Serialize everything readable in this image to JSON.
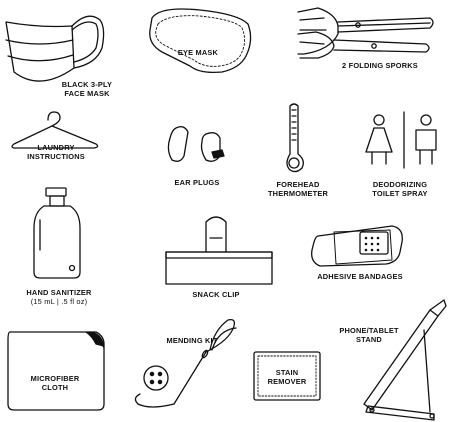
{
  "items": {
    "face_mask": {
      "line1": "BLACK 3-PLY",
      "line2": "FACE MASK",
      "icon": "face-mask-icon"
    },
    "eye_mask": {
      "line1": "EYE MASK",
      "icon": "eye-mask-icon"
    },
    "sporks": {
      "line1": "2 FOLDING SPORKS",
      "icon": "folding-spork-icon"
    },
    "laundry": {
      "line1": "LAUNDRY",
      "line2": "INSTRUCTIONS",
      "icon": "hanger-icon"
    },
    "ear_plugs": {
      "line1": "EAR PLUGS",
      "icon": "ear-plugs-icon"
    },
    "thermometer": {
      "line1": "FOREHEAD",
      "line2": "THERMOMETER",
      "icon": "thermometer-icon"
    },
    "toilet_spray": {
      "line1": "DEODORIZING",
      "line2": "TOILET SPRAY",
      "icon": "restroom-icon"
    },
    "sanitizer": {
      "line1": "HAND SANITIZER",
      "line2": "(15 mL | .5 fl oz)",
      "icon": "sanitizer-bottle-icon"
    },
    "snack_clip": {
      "line1": "SNACK CLIP",
      "icon": "snack-clip-icon"
    },
    "bandages": {
      "line1": "ADHESIVE BANDAGES",
      "icon": "bandage-icon"
    },
    "cloth": {
      "line1": "MICROFIBER",
      "line2": "CLOTH",
      "icon": "cloth-icon"
    },
    "mending_kit": {
      "line1": "MENDING KIT",
      "icon": "needle-thread-icon"
    },
    "stain": {
      "line1": "STAIN",
      "line2": "REMOVER",
      "icon": "stain-remover-icon"
    },
    "stand": {
      "line1": "PHONE/TABLET",
      "line2": "STAND",
      "icon": "phone-stand-icon"
    }
  }
}
